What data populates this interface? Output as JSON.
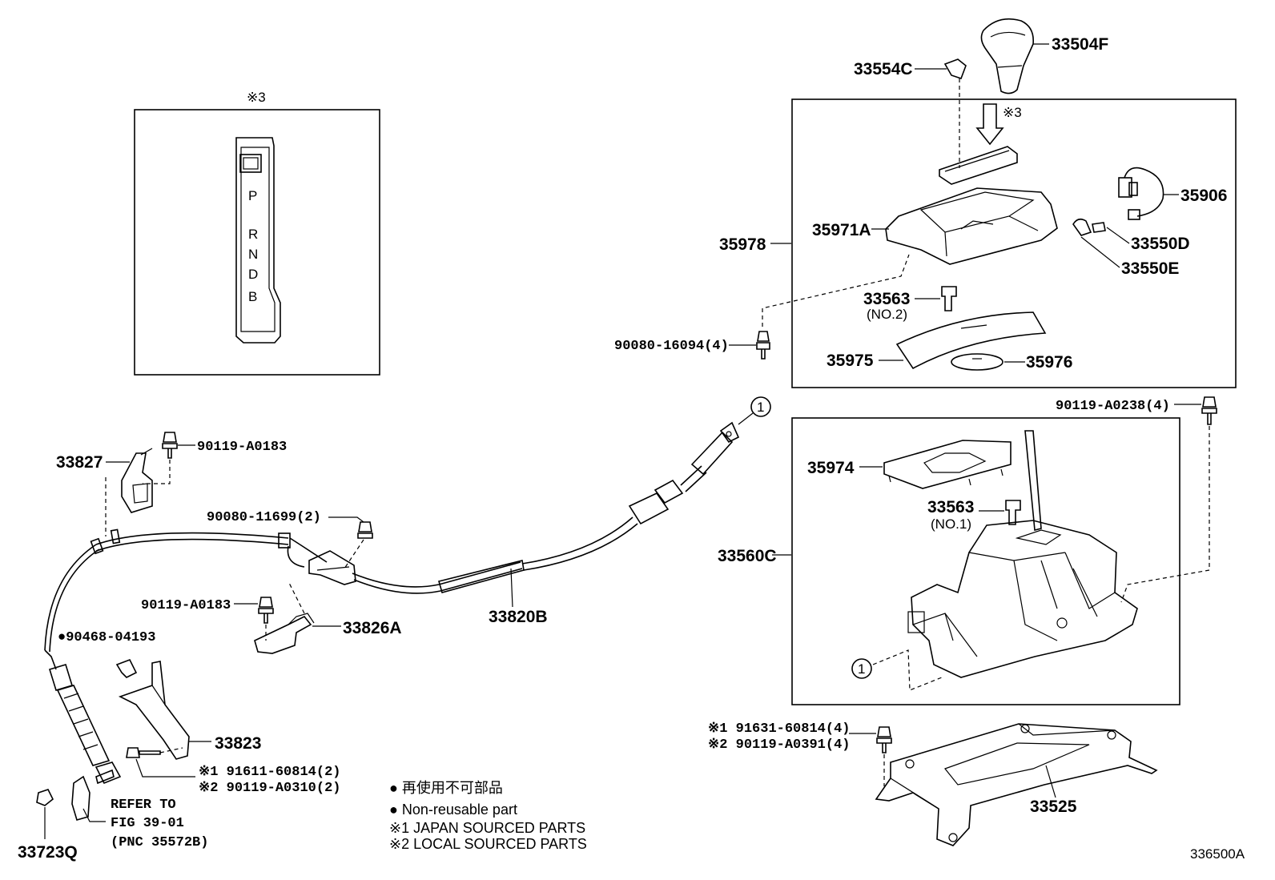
{
  "labels": {
    "p33504F": "33504F",
    "p33554C": "33554C",
    "note3_top": "※3",
    "p35906": "35906",
    "p35971A": "35971A",
    "p35978": "35978",
    "p33550D": "33550D",
    "p33550E": "33550E",
    "p33563_2": "33563",
    "no2": "(NO.2)",
    "p90080_16094": "90080-16094(4)",
    "p35975": "35975",
    "p35976": "35976",
    "p90119_A0238": "90119-A0238(4)",
    "circle1_a": "1",
    "p35974": "35974",
    "p33563_1": "33563",
    "no1": "(NO.1)",
    "p33560C": "33560C",
    "circle1_b": "1",
    "p91631": "※1 91631-60814(4)",
    "p90119_A0391": "※2 90119-A0391(4)",
    "p33525": "33525",
    "inset_note": "※3",
    "p33827": "33827",
    "p90119_A0183_top": "90119-A0183",
    "p90080_11699": "90080-11699(2)",
    "p33820B": "33820B",
    "p90119_A0183_mid": "90119-A0183",
    "p33826A": "33826A",
    "p90468": "●90468-04193",
    "p33823": "33823",
    "p91611": "※1 91611-60814(2)",
    "p90119_A0310": "※2 90119-A0310(2)",
    "refer1": "REFER TO",
    "refer2": "FIG 39-01",
    "refer3": "(PNC 35572B)",
    "p33723Q": "33723Q",
    "fig_code": "336500A"
  },
  "shift_letters": [
    "P",
    "R",
    "N",
    "D",
    "B"
  ],
  "legend": {
    "jp_bullet": "● 再使用不可部品",
    "en_bullet": "● Non-reusable part",
    "note1": "※1 JAPAN SOURCED PARTS",
    "note2": "※2 LOCAL SOURCED PARTS"
  }
}
